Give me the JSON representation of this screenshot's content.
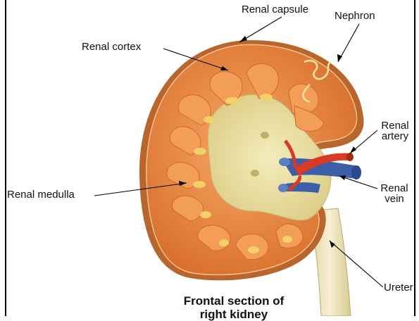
{
  "labels": {
    "renal_capsule": "Renal capsule",
    "nephron": "Nephron",
    "renal_cortex": "Renal cortex",
    "renal_artery_1": "Renal",
    "renal_artery_2": "artery",
    "renal_medulla": "Renal medulla",
    "renal_vein_1": "Renal",
    "renal_vein_2": "vein",
    "ureter": "Ureter"
  },
  "caption": {
    "line1": "Frontal section of",
    "line2": "right kidney"
  },
  "colors": {
    "capsule": "#b8662c",
    "cortex": "#ee8a3e",
    "medulla": "#f09a54",
    "pelvis": "#ece2a6",
    "artery": "#d93a23",
    "vein": "#3d5fa8",
    "ureter": "#efe5c0"
  }
}
